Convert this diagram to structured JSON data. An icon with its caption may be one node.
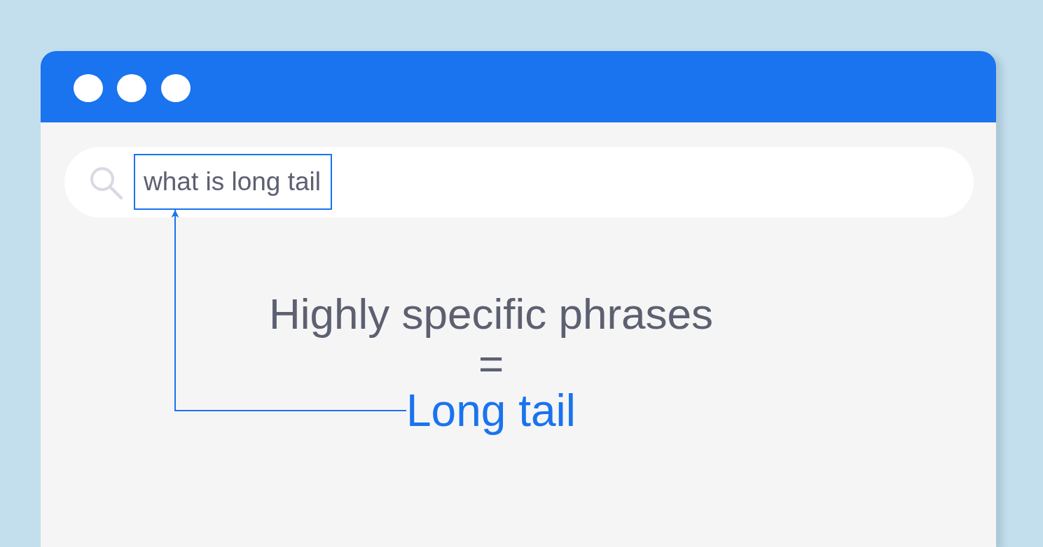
{
  "diagram": {
    "nodes": [
      {
        "text": [
          "what is long tail"
        ]
      },
      {
        "text": [
          "Long tail"
        ]
      }
    ],
    "edges": [
      {
        "from": 1,
        "to": 0,
        "arrow": "to"
      }
    ],
    "labels": [
      "Highly specific phrases",
      "="
    ]
  }
}
